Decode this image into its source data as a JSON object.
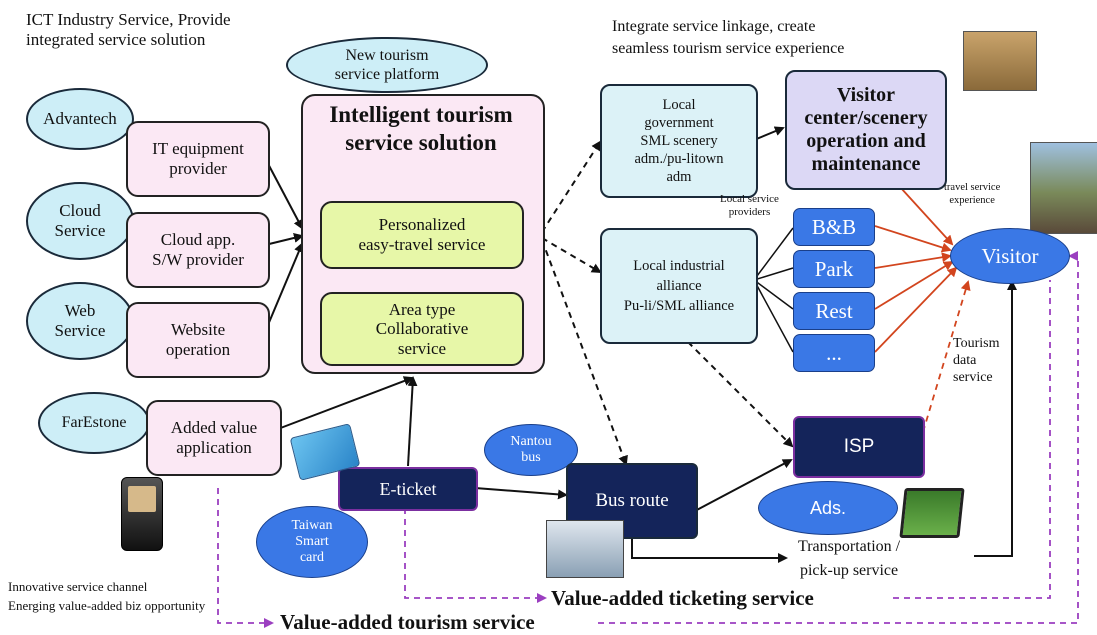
{
  "header_left": "ICT Industry Service, Provide\nintegrated service solution",
  "header_right": "Integrate service linkage, create\nseamless tourism service experience",
  "platform_oval": "New tourism\nservice platform",
  "solution_title": "Intelligent tourism\nservice solution",
  "solution_personalized": "Personalized\neasy-travel service",
  "solution_area": "Area type\nCollaborative\nservice",
  "providers": [
    {
      "org": "Advantech",
      "role": "IT equipment\nprovider"
    },
    {
      "org": "Cloud\nService",
      "role": "Cloud app.\nS/W provider"
    },
    {
      "org": "Web\nService",
      "role": "Website\noperation"
    },
    {
      "org": "FarEstone",
      "role": "Added value\napplication"
    }
  ],
  "local_gov": "Local\ngovernment\nSML scenery\nadm./pu-litown\nadm",
  "local_alliance": "Local industrial\nalliance\nPu-li/SML alliance",
  "visitor_center": "Visitor\ncenter/scenery\noperation and\nmaintenance",
  "local_service_providers": "Local service\nproviders",
  "services": [
    "B&B",
    "Park",
    "Rest",
    "..."
  ],
  "travel_experience": "travel service\nexperience",
  "visitor": "Visitor",
  "tourism_data": "Tourism\ndata\nservice",
  "isp": "ISP",
  "ads": "Ads.",
  "nantou_bus": "Nantou\nbus",
  "bus_route": "Bus route",
  "e_ticket": "E-ticket",
  "smart_card": "Taiwan\nSmart\ncard",
  "transport": "Transportation /\npick-up service",
  "innovative": "Innovative service channel\nEnerging value-added biz opportunity",
  "value_ticketing": "Value-added ticketing service",
  "value_tourism": "Value-added tourism service",
  "colors": {
    "accent_blue": "#3a78e6",
    "navy": "#14245a",
    "arrow_red": "#d2451e",
    "dash_purple": "#9b3fc0"
  }
}
